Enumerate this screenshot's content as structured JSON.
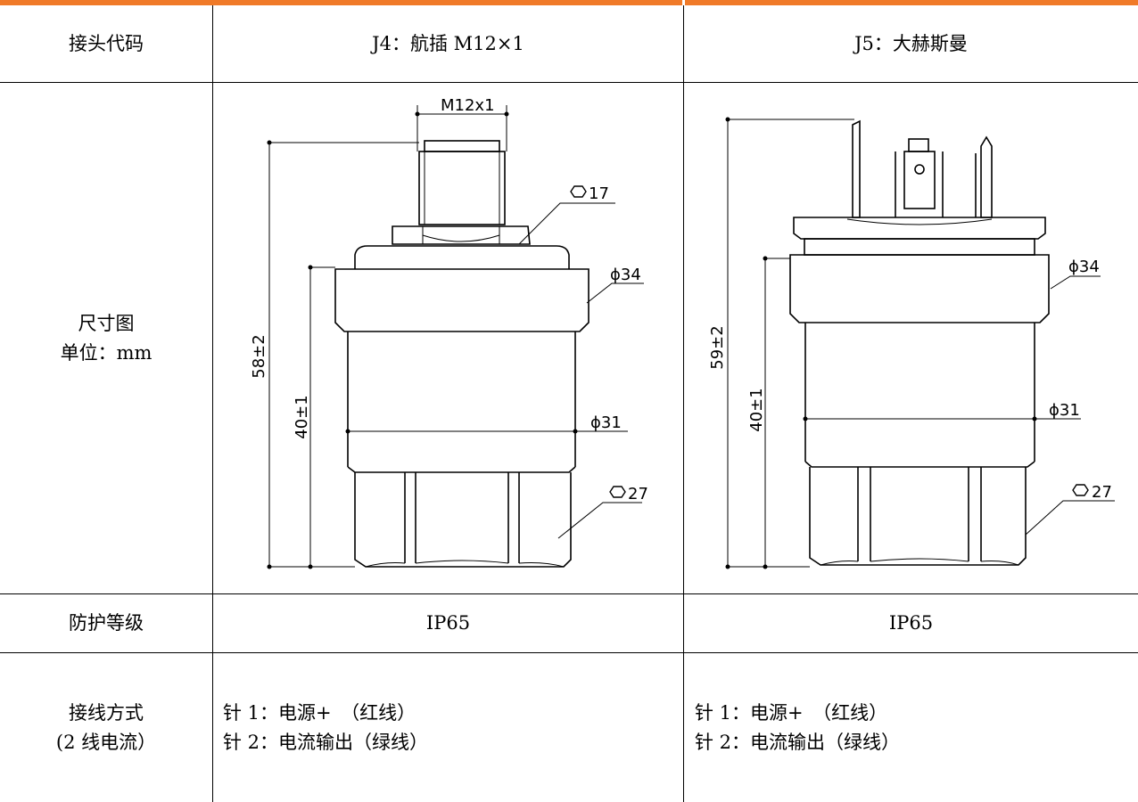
{
  "table": {
    "header": {
      "label": "接头代码",
      "col1": "J4：航插 M12×1",
      "col2": "J5：大赫斯曼"
    },
    "dimension_row": {
      "label_line1": "尺寸图",
      "label_line2": "单位：mm",
      "j4": {
        "thread": "M12x1",
        "hex_top": "17",
        "dia_upper": "ϕ34",
        "height_total": "58±2",
        "height_body": "40±1",
        "dia_body": "ϕ31",
        "hex_bottom": "27"
      },
      "j5": {
        "dia_upper": "ϕ34",
        "height_total": "59±2",
        "height_body": "40±1",
        "dia_body": "ϕ31",
        "hex_bottom": "27"
      }
    },
    "protection_row": {
      "label": "防护等级",
      "col1": "IP65",
      "col2": "IP65"
    },
    "wiring_row": {
      "label_line1": "接线方式",
      "label_line2": "(2 线电流）",
      "col1_line1": "针 1：电源+　（红线）",
      "col1_line2": "针 2：电流输出（绿线）",
      "col2_line1": "针 1：电源+　（红线）",
      "col2_line2": "针 2：电流输出（绿线）"
    }
  },
  "colors": {
    "accent_bar": "#f07a28",
    "line": "#000000"
  }
}
